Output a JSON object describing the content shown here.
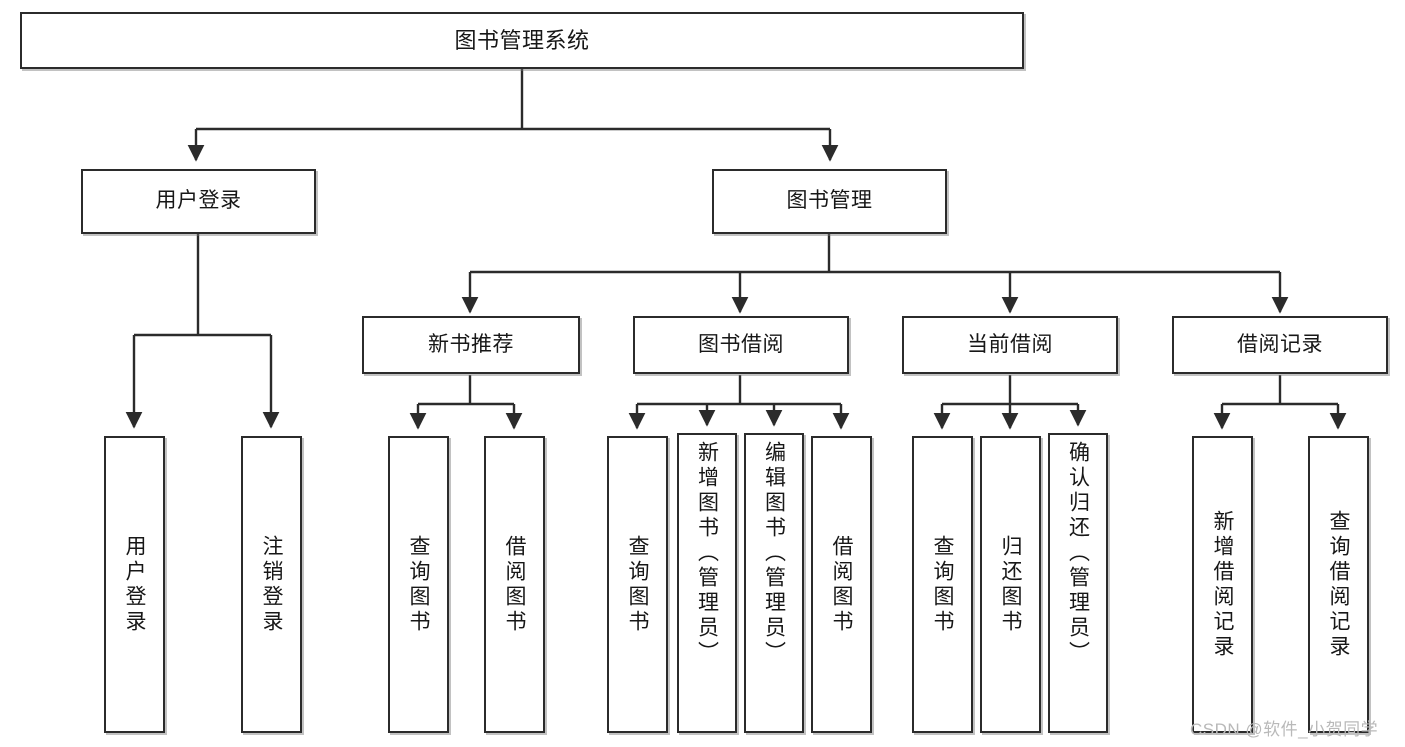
{
  "diagram": {
    "title": "图书管理系统",
    "type": "tree-hierarchy-chart",
    "root": {
      "label": "图书管理系统"
    },
    "level2": [
      {
        "label": "用户登录"
      },
      {
        "label": "图书管理"
      }
    ],
    "level3": [
      {
        "label": "新书推荐"
      },
      {
        "label": "图书借阅"
      },
      {
        "label": "当前借阅"
      },
      {
        "label": "借阅记录"
      }
    ],
    "leaves": {
      "user_login": [
        {
          "label": "用户登录"
        },
        {
          "label": "注销登录"
        }
      ],
      "new_book_recommend": [
        {
          "label": "查询图书"
        },
        {
          "label": "借阅图书"
        }
      ],
      "book_borrow": [
        {
          "label": "查询图书"
        },
        {
          "label": "新增图书（管理员）"
        },
        {
          "label": "编辑图书（管理员）"
        },
        {
          "label": "借阅图书"
        }
      ],
      "current_borrow": [
        {
          "label": "查询图书"
        },
        {
          "label": "归还图书"
        },
        {
          "label": "确认归还（管理员）"
        }
      ],
      "borrow_record": [
        {
          "label": "新增借阅记录"
        },
        {
          "label": "查询借阅记录"
        }
      ]
    }
  },
  "watermark": {
    "text": "CSDN @软件_小贺同学"
  },
  "colors": {
    "box_border": "#2b2b2b",
    "box_fill": "#ffffff",
    "connector": "#2b2b2b",
    "text": "#171717",
    "watermark": "#b9b9b9",
    "background": "#ffffff"
  }
}
